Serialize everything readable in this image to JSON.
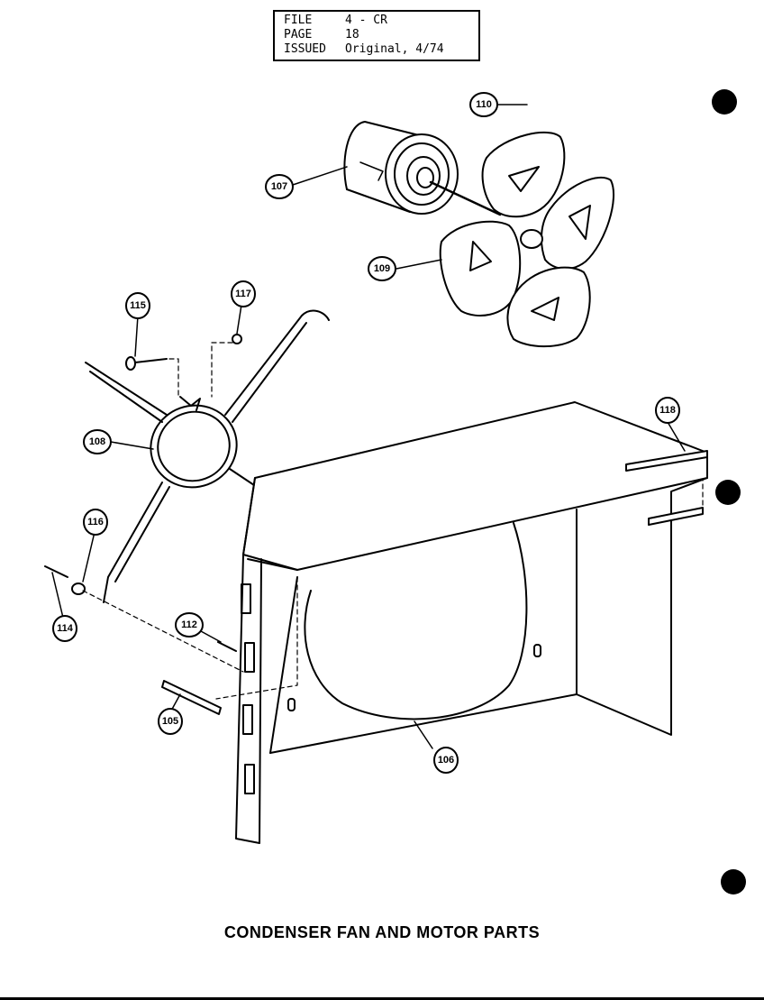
{
  "header": {
    "file_label": "FILE",
    "file_value": "4 - CR",
    "page_label": "PAGE",
    "page_value": "18",
    "issued_label": "ISSUED",
    "issued_value": "Original, 4/74"
  },
  "callouts": {
    "c105": "105",
    "c106": "106",
    "c107": "107",
    "c108": "108",
    "c109": "109",
    "c110": "110",
    "c112": "112",
    "c114": "114",
    "c115": "115",
    "c116": "116",
    "c117": "117",
    "c118": "118"
  },
  "caption": "CONDENSER FAN AND MOTOR PARTS"
}
